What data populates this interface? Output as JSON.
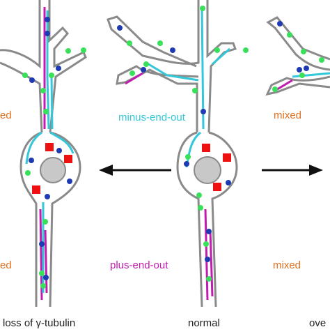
{
  "colors": {
    "membrane": "#8a8a8a",
    "nucleus": "#c8c8c8",
    "plus_end_out": "#c11bb0",
    "minus_end_out": "#33c7d9",
    "mixed": "#e0701e",
    "green_dot": "#39e05a",
    "blue_dot": "#1f3bb3",
    "red_square": "#ee1111",
    "arrow": "#111111"
  },
  "labels": {
    "minus_end_out": "minus-end-out",
    "plus_end_out": "plus-end-out",
    "mixed_left_top": "ed",
    "mixed_left_bottom": "ed",
    "mixed_right_top": "mixed",
    "mixed_right_bottom": "mixed"
  },
  "captions": {
    "left": "loss of γ-tubulin",
    "center": "normal",
    "right": "ove"
  },
  "icons": {
    "left_arrow": "arrow-left-icon",
    "right_arrow": "arrow-right-icon"
  }
}
